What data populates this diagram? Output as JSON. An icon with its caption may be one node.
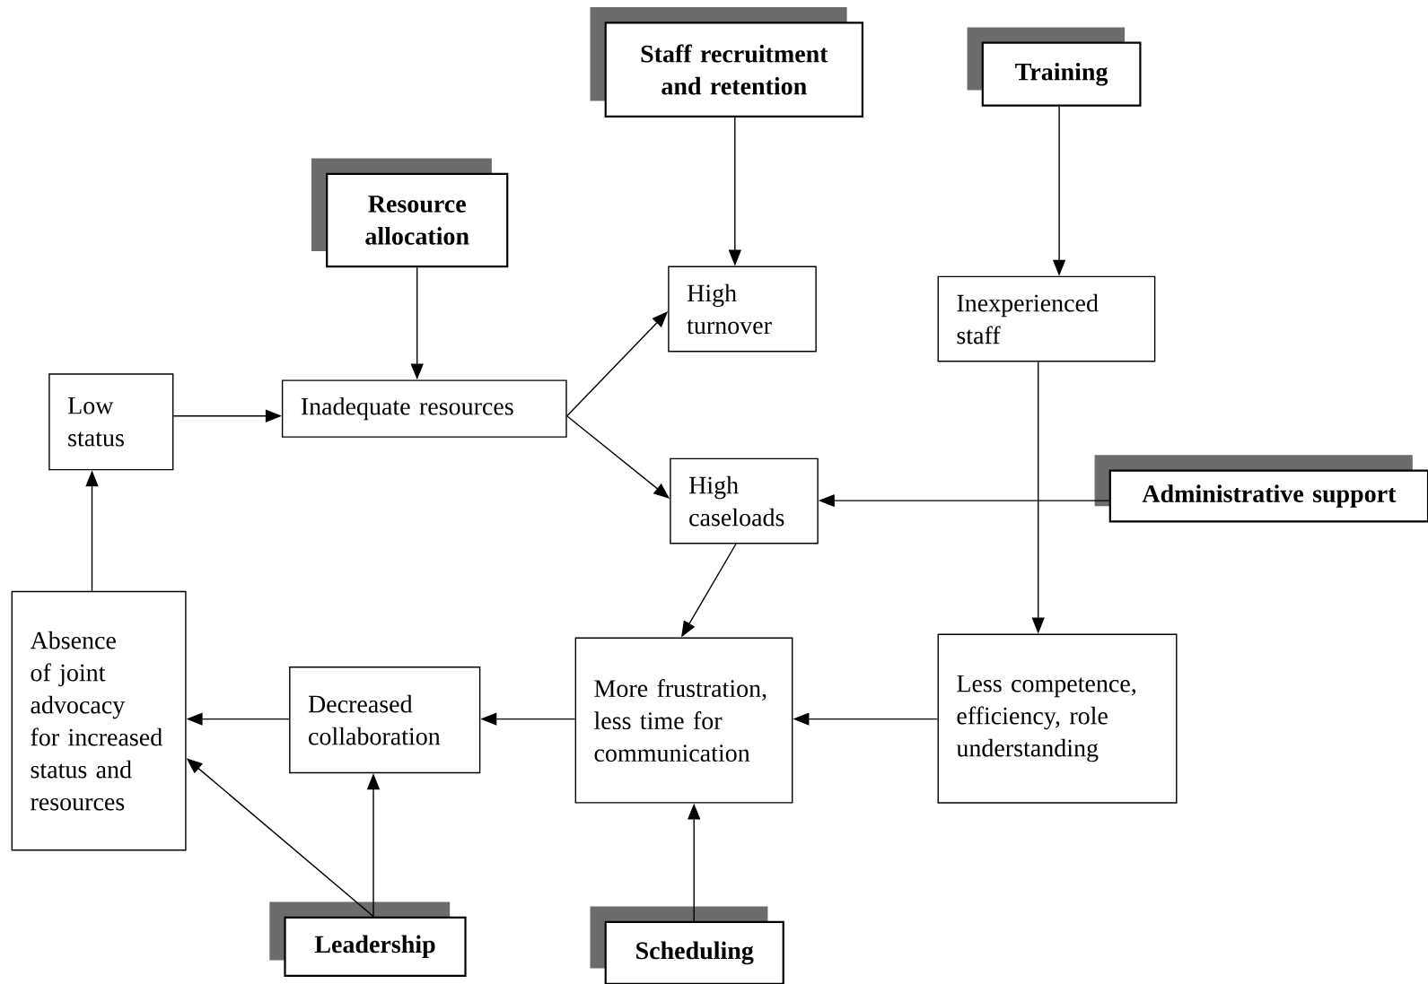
{
  "diagram": {
    "nodes": [
      {
        "text": [
          "Staff recruitment and retention"
        ]
      },
      {
        "text": [
          "Training"
        ]
      },
      {
        "text": [
          "Resource allocation"
        ]
      },
      {
        "text": [
          "High turnover"
        ]
      },
      {
        "text": [
          "Inexperienced staff"
        ]
      },
      {
        "text": [
          "Low status"
        ]
      },
      {
        "text": [
          "Inadequate resources"
        ]
      },
      {
        "text": [
          "High caseloads"
        ]
      },
      {
        "text": [
          "Administrative support"
        ]
      },
      {
        "text": [
          "Absence of joint advocacy for increased status and resources"
        ]
      },
      {
        "text": [
          "Decreased collaboration"
        ]
      },
      {
        "text": [
          "More frustration, less time for communication"
        ]
      },
      {
        "text": [
          "Less competence, efficiency, role understanding"
        ]
      },
      {
        "text": [
          "Leadership"
        ]
      },
      {
        "text": [
          "Scheduling"
        ]
      }
    ],
    "edges": [
      {
        "from": 0,
        "to": 3,
        "arrow": "to"
      },
      {
        "from": 1,
        "to": 4,
        "arrow": "to"
      },
      {
        "from": 2,
        "to": 6,
        "arrow": "to"
      },
      {
        "from": 5,
        "to": 6,
        "arrow": "to"
      },
      {
        "from": 6,
        "to": 3,
        "arrow": "to"
      },
      {
        "from": 6,
        "to": 7,
        "arrow": "to"
      },
      {
        "from": 8,
        "to": 7,
        "arrow": "to"
      },
      {
        "from": 4,
        "to": 12,
        "arrow": "to"
      },
      {
        "from": 7,
        "to": 11,
        "arrow": "to"
      },
      {
        "from": 12,
        "to": 11,
        "arrow": "to"
      },
      {
        "from": 11,
        "to": 10,
        "arrow": "to"
      },
      {
        "from": 10,
        "to": 9,
        "arrow": "to"
      },
      {
        "from": 9,
        "to": 5,
        "arrow": "to"
      },
      {
        "from": 13,
        "to": 10,
        "arrow": "to"
      },
      {
        "from": 13,
        "to": 9,
        "arrow": "to"
      },
      {
        "from": 14,
        "to": 11,
        "arrow": "to"
      }
    ]
  }
}
